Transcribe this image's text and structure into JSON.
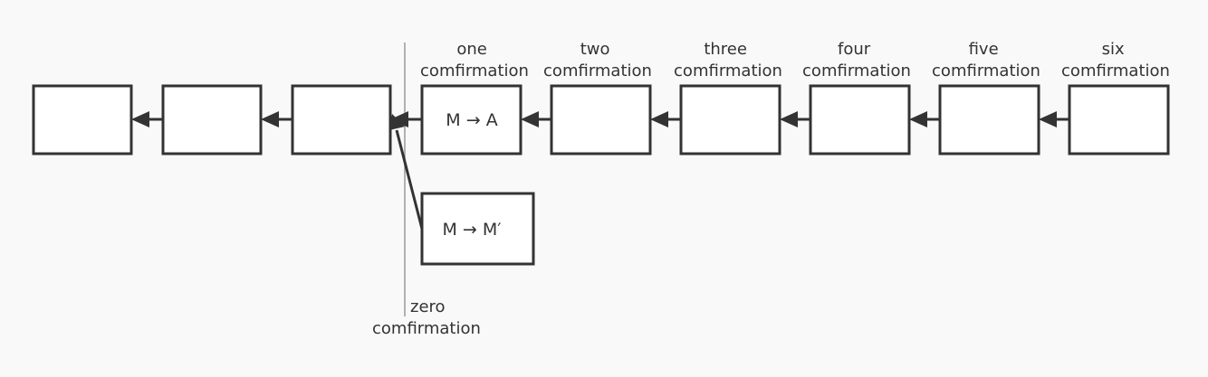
{
  "labels": {
    "conf1": [
      "one",
      "comfirmation"
    ],
    "conf2": [
      "two",
      "comfirmation"
    ],
    "conf3": [
      "three",
      "comfirmation"
    ],
    "conf4": [
      "four",
      "comfirmation"
    ],
    "conf5": [
      "five",
      "comfirmation"
    ],
    "conf6": [
      "six",
      "comfirmation"
    ],
    "zero": [
      "zero",
      "comfirmation"
    ]
  },
  "blocks": {
    "main_tx": "M → A",
    "fork_tx": "M → M′"
  },
  "colors": {
    "stroke": "#333333",
    "divider": "#999999",
    "background": "#f9f9f9"
  }
}
